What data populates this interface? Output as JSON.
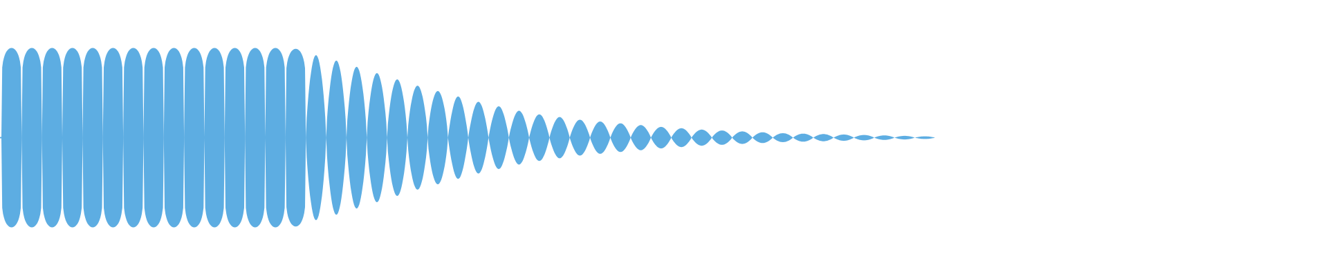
{
  "chart_data": {
    "type": "area",
    "description_kind": "audio-waveform",
    "color": "#5dade2",
    "background": "#ffffff",
    "grid": false,
    "ylim": [
      -1,
      1
    ],
    "lobe_peak_amplitudes": [
      1.0,
      1.0,
      1.0,
      1.0,
      1.0,
      1.0,
      1.0,
      1.0,
      1.0,
      1.0,
      1.0,
      1.0,
      1.0,
      1.0,
      0.99,
      0.92,
      0.86,
      0.79,
      0.72,
      0.65,
      0.58,
      0.52,
      0.46,
      0.4,
      0.35,
      0.3,
      0.26,
      0.23,
      0.2,
      0.18,
      0.16,
      0.14,
      0.12,
      0.105,
      0.09,
      0.08,
      0.07,
      0.06,
      0.05,
      0.045,
      0.04,
      0.035,
      0.03,
      0.025,
      0.02,
      0.015
    ]
  }
}
